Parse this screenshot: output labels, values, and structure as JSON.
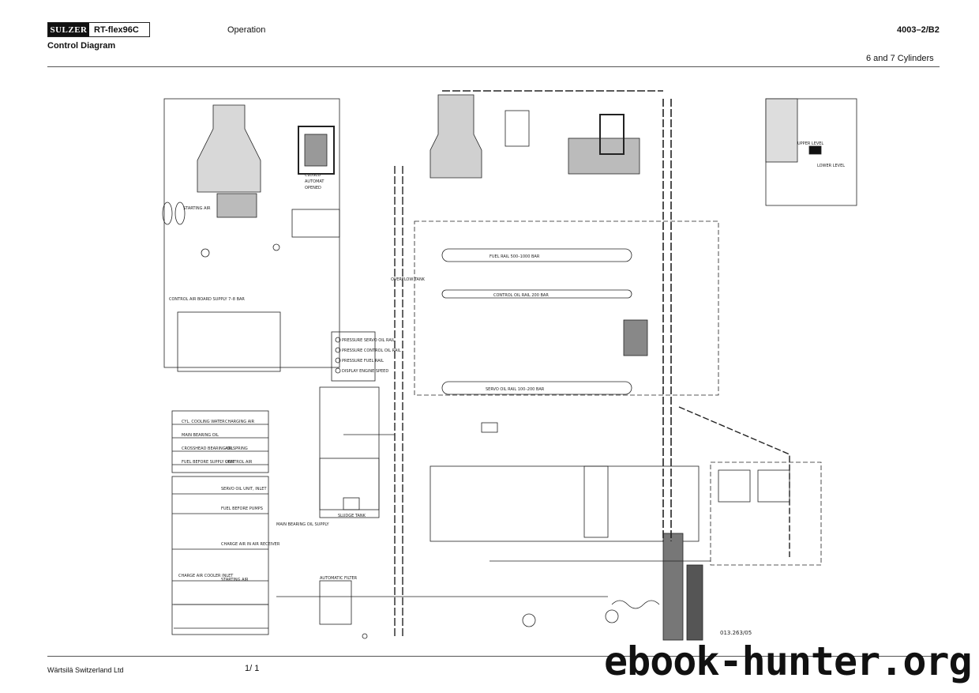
{
  "header": {
    "brand": "SULZER",
    "model": "RT-flex96C",
    "title": "Control Diagram",
    "section": "Operation",
    "doc_number": "4003–2/B2",
    "variant": "6 and 7 Cylinders"
  },
  "diagram": {
    "drawing_number": "013.263/05",
    "rails": {
      "fuel": "FUEL RAIL 500–1000 BAR",
      "control": "CONTROL OIL RAIL 200 BAR",
      "servo": "SERVO OIL RAIL 100–200 BAR"
    },
    "labels": {
      "starting_air": "STARTING AIR",
      "closed": "CLOSED",
      "automatic": "AUTOMAT",
      "opened": "OPENED",
      "upper_level": "UPPER LEVEL",
      "lower_level": "LOWER LEVEL",
      "sludge_tank": "SLUDGE TANK",
      "main_bearing_oil_supply": "MAIN BEARING OIL SUPPLY",
      "automatic_filter": "AUTOMATIC FILTER",
      "overflow_tank": "OVERFLOW TANK",
      "control_air_supply": "CONTROL AIR BOARD SUPPLY 7–8 BAR",
      "cyl_cooling_water": "CYL. COOLING WATER",
      "main_bearing_oil": "MAIN BEARING OIL",
      "crosshead_bearing_oil": "CROSSHEAD BEARING OIL",
      "fuel_before_supply": "FUEL BEFORE SUPPLY UNIT",
      "charging_air": "CHARGING AIR",
      "air_spring": "AIR SPRING",
      "control_air": "CONTROL AIR",
      "servo_oil": "SERVO OIL UNIT, INLET",
      "fuel_before_pumps": "FUEL BEFORE PUMPS",
      "charge_air_receiver": "CHARGE AIR IN AIR RECEIVER",
      "charge_air_cooler": "CHARGE AIR COOLER INLET",
      "starting_air_gauge": "STARTING AIR",
      "pressure_servo": "PRESSURE SERVO OIL RAIL",
      "pressure_control": "PRESSURE CONTROL OIL RAIL",
      "pressure_fuel": "PRESSURE FUEL RAIL",
      "engine_speed": "DISPLAY ENGINE SPEED"
    }
  },
  "footer": {
    "company": "Wärtsilä Switzerland Ltd",
    "page": "1/ 1",
    "watermark": "ebook-hunter.org"
  }
}
